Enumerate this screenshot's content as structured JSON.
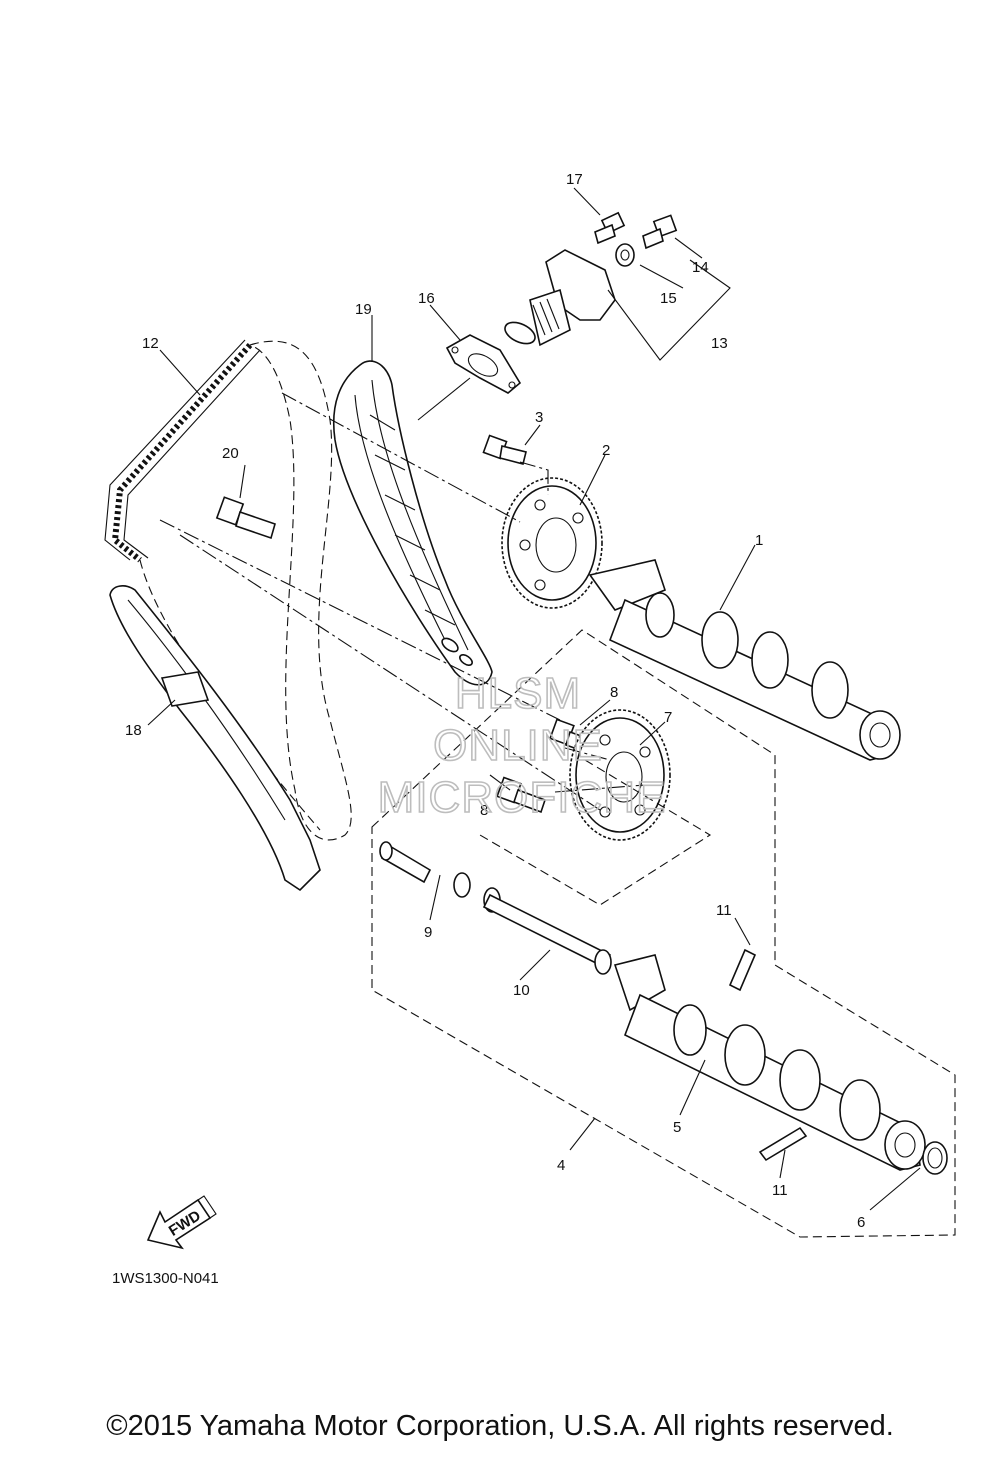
{
  "diagram": {
    "code": "1WS1300-N041",
    "fwd_label": "FWD",
    "callouts": [
      "1",
      "2",
      "3",
      "4",
      "5",
      "6",
      "7",
      "8",
      "8",
      "9",
      "10",
      "11",
      "11",
      "12",
      "13",
      "14",
      "15",
      "16",
      "17",
      "18",
      "19",
      "20"
    ],
    "watermark": [
      "HLSM",
      "ONLINE",
      "MICROFICHE"
    ],
    "copyright": "©2015 Yamaha Motor Corporation, U.S.A. All rights reserved."
  }
}
